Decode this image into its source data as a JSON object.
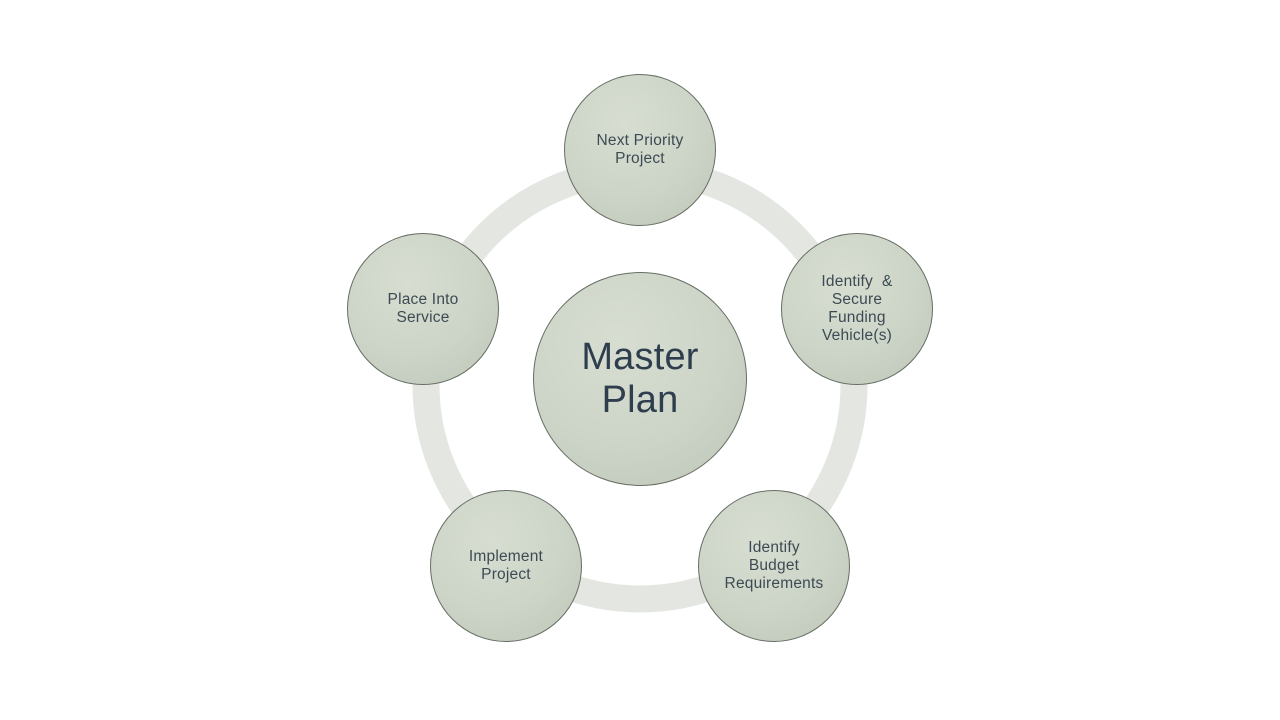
{
  "diagram": {
    "type": "radial-cycle",
    "center_node": {
      "id": "master-plan",
      "label": "Master\nPlan"
    },
    "satellite_nodes": [
      {
        "id": "next-priority-project",
        "position": "top",
        "label": "Next Priority\nProject"
      },
      {
        "id": "identify-secure-funding-vehicles",
        "position": "right",
        "label": "Identify  &\nSecure\nFunding\nVehicle(s)"
      },
      {
        "id": "identify-budget-requirements",
        "position": "bottom-right",
        "label": "Identify\nBudget\nRequirements"
      },
      {
        "id": "implement-project",
        "position": "bottom-left",
        "label": "Implement\nProject"
      },
      {
        "id": "place-into-service",
        "position": "left",
        "label": "Place Into\nService"
      }
    ],
    "colors": {
      "background": "#ffffff",
      "ring": "#e4e7e1",
      "node_fill_light": "#d7ded1",
      "node_fill_mid": "#cdd5c8",
      "node_fill_dark": "#bec6b9",
      "node_border": "#666e64",
      "center_label_text": "#2e3e4e",
      "satellite_label_text": "#3d4a53"
    }
  }
}
